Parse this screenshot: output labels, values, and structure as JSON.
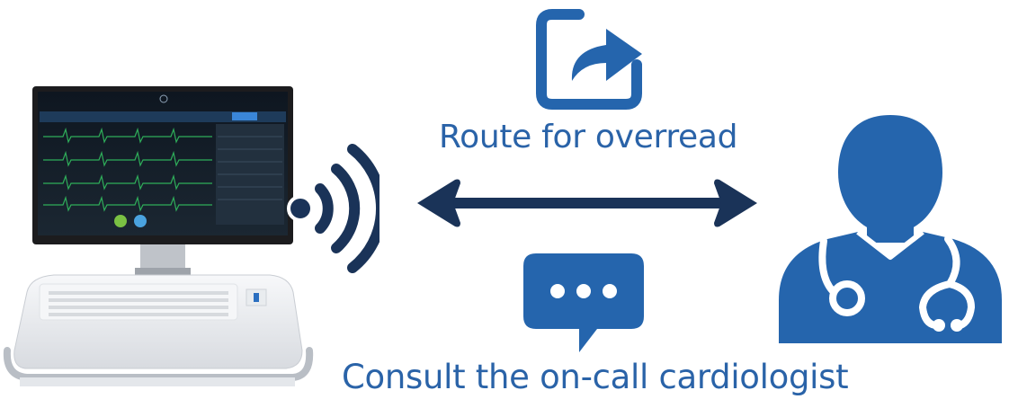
{
  "colors": {
    "brand_blue": "#2565ad",
    "navy": "#1a3358",
    "label_blue": "#2a63a8",
    "ecg_green": "#2fae5a",
    "device_white": "#eef0f3"
  },
  "labels": {
    "route": "Route for overread",
    "consult": "Consult the on-call cardiologist"
  },
  "icons": {
    "share": "share-arrow-icon",
    "chat": "chat-bubble-icon",
    "wireless": "wireless-signal-icon",
    "arrow": "bidirectional-arrow-icon",
    "doctor": "doctor-stethoscope-icon",
    "device": "ecg-cart-device"
  }
}
